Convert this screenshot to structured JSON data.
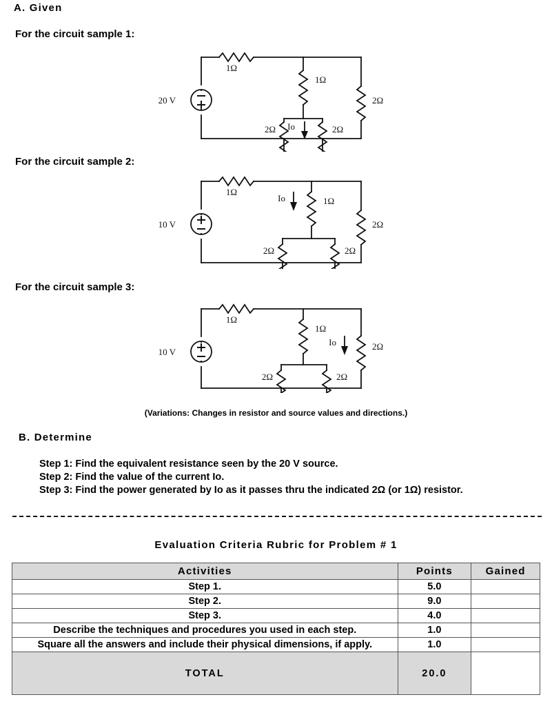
{
  "sections": {
    "given_heading": "A. Given",
    "determine_heading": "B. Determine"
  },
  "leads": {
    "sample1": "For the circuit sample 1:",
    "sample2": "For the circuit sample 2:",
    "sample3": "For the circuit sample 3:"
  },
  "variations_note": "(Variations: Changes in resistor and source values and directions.)",
  "steps": [
    "Step 1: Find the equivalent resistance seen by the 20 V source.",
    "Step 2: Find the value of the current Io.",
    "Step 3: Find the power generated by Io as it passes thru the indicated 2Ω (or 1Ω) resistor."
  ],
  "rubric": {
    "title": "Evaluation Criteria Rubric for Problem # 1",
    "columns": [
      "Activities",
      "Points",
      "Gained"
    ],
    "rows": [
      {
        "activity": "Step 1.",
        "points": "5.0",
        "gained": ""
      },
      {
        "activity": "Step 2.",
        "points": "9.0",
        "gained": ""
      },
      {
        "activity": "Step 3.",
        "points": "4.0",
        "gained": ""
      },
      {
        "activity": "Describe the techniques and procedures you used in each step.",
        "points": "1.0",
        "gained": ""
      },
      {
        "activity": "Square all the answers and include their physical dimensions, if apply.",
        "points": "1.0",
        "gained": ""
      }
    ],
    "total": {
      "activity": "TOTAL",
      "points": "20.0",
      "gained": ""
    }
  },
  "circuits": [
    {
      "id": "circuit-sample-1",
      "source_label": "20 V",
      "source_polarity_top": "−",
      "source_polarity_bottom": "+",
      "series_resistor": "1Ω",
      "middle_top_resistor": "1Ω",
      "left_parallel_resistor": "2Ω",
      "right_parallel_resistor": "2Ω",
      "far_right_resistor": "2Ω",
      "current_label": "Io",
      "current_location": "between-2ohm-parallel-pair"
    },
    {
      "id": "circuit-sample-2",
      "source_label": "10 V",
      "source_polarity_top": "+",
      "source_polarity_bottom": "−",
      "series_resistor": "1Ω",
      "middle_top_resistor": "1Ω",
      "left_parallel_resistor": "2Ω",
      "right_parallel_resistor": "2Ω",
      "far_right_resistor": "2Ω",
      "current_label": "Io",
      "current_location": "left-of-middle-1ohm"
    },
    {
      "id": "circuit-sample-3",
      "source_label": "10 V",
      "source_polarity_top": "+",
      "source_polarity_bottom": "−",
      "series_resistor": "1Ω",
      "middle_top_resistor": "1Ω",
      "left_parallel_resistor": "2Ω",
      "right_parallel_resistor": "2Ω",
      "far_right_resistor": "2Ω",
      "current_label": "Io",
      "current_location": "left-of-far-right-2ohm"
    }
  ],
  "colors": {
    "ink": "#000000",
    "paper": "#ffffff",
    "table_header_fill": "#d9d9d9",
    "table_border": "#555555"
  }
}
